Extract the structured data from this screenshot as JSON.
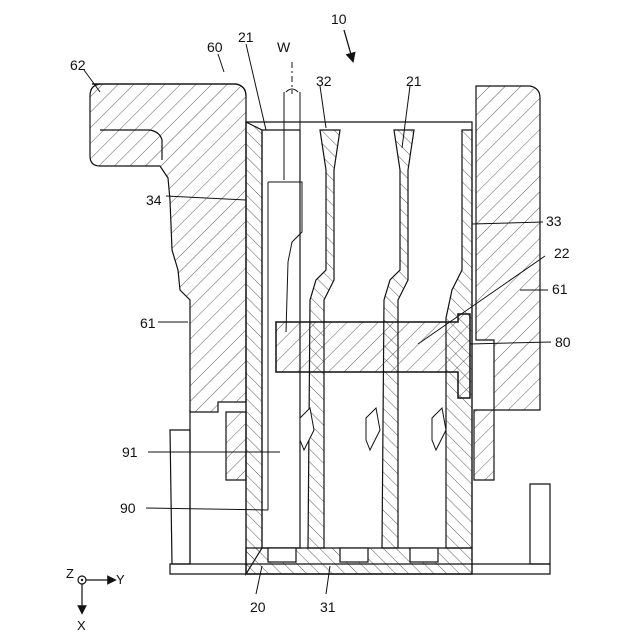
{
  "figure": {
    "assembly_ref": "10",
    "labels": {
      "l60": "60",
      "l62": "62",
      "l21a": "21",
      "lW": "W",
      "l32": "32",
      "l21b": "21",
      "l34": "34",
      "l33": "33",
      "l22": "22",
      "l61r": "61",
      "l61l": "61",
      "l80": "80",
      "l91": "91",
      "l90": "90",
      "l20": "20",
      "l31": "31"
    },
    "axes": {
      "z": "Z",
      "y": "Y",
      "x": "X"
    }
  }
}
